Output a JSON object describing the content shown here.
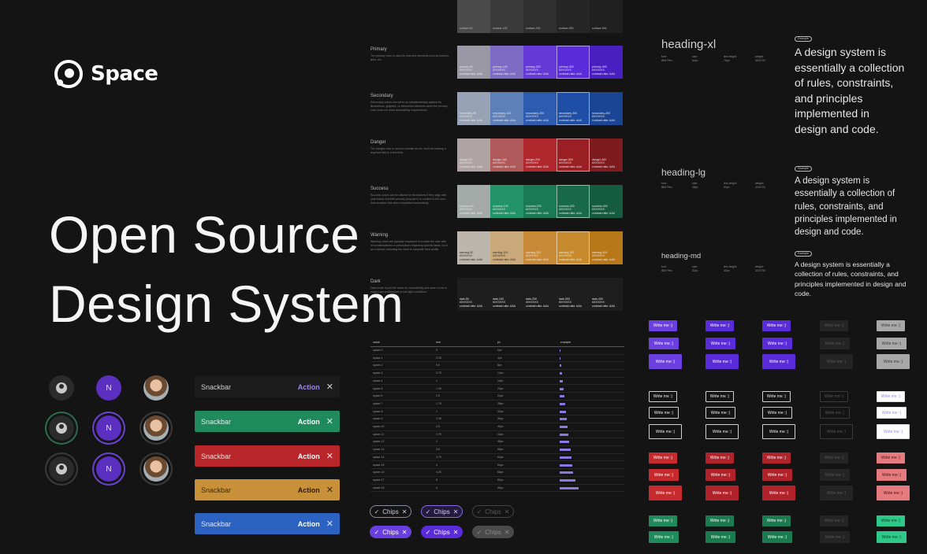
{
  "brand": {
    "name": "Space"
  },
  "hero": {
    "line1": "Open Source",
    "line2": "Design System"
  },
  "avatars": {
    "letter": "N"
  },
  "snackbars": [
    {
      "message": "Snackbar",
      "action": "Action",
      "close": "✕",
      "bg": "#1c1c1c",
      "fg": "#cfcfcf",
      "action_color": "#9d86f2"
    },
    {
      "message": "Snackbar",
      "action": "Action",
      "close": "✕",
      "bg": "#1f8a5b",
      "fg": "#d9f3e7",
      "action_color": "#ffffff"
    },
    {
      "message": "Snackbar",
      "action": "Action",
      "close": "✕",
      "bg": "#b8262a",
      "fg": "#f6d8d8",
      "action_color": "#ffffff"
    },
    {
      "message": "Snackbar",
      "action": "Action",
      "close": "✕",
      "bg": "#c9903a",
      "fg": "#3d2a10",
      "action_color": "#2a1c08"
    },
    {
      "message": "Snackbar",
      "action": "Action",
      "close": "✕",
      "bg": "#2c63c2",
      "fg": "#d9e6fb",
      "action_color": "#ffffff"
    }
  ],
  "colors": {
    "groups": [
      {
        "name": "Primary",
        "desc": "The primary color is used for branded elements such as buttons, links, etc.",
        "swatches": [
          "#9b98a6",
          "#7c6cc4",
          "#6439d6",
          "#5a2bd8",
          "#4a1fc2"
        ],
        "labels": [
          "primary-50",
          "primary-100",
          "primary-200",
          "primary-300",
          "primary-400"
        ]
      },
      {
        "name": "Secondary",
        "desc": "Secondary colors can serve as complementary options for illustrations, graphics, or interactive elements when the primary color does not meet accessibility requirements.",
        "swatches": [
          "#97a3b4",
          "#5e80b8",
          "#2d5bb0",
          "#1e4ea6",
          "#1a4494"
        ],
        "labels": [
          "secondary-50",
          "secondary-100",
          "secondary-200",
          "secondary-300",
          "secondary-400"
        ]
      },
      {
        "name": "Danger",
        "desc": "The danger color is used to indicate errors, such as marking a required field in a text field.",
        "swatches": [
          "#b0a3a3",
          "#b0595b",
          "#b0282e",
          "#9a1f24",
          "#7d1b1f"
        ],
        "labels": [
          "danger-50",
          "danger-100",
          "danger-200",
          "danger-300",
          "danger-400"
        ]
      },
      {
        "name": "Success",
        "desc": "Success colors can be utilized for illustrations if they align with your brand, but their primary purpose is to confirm to the user that an action has been completed successfully.",
        "swatches": [
          "#a4aaa8",
          "#23946a",
          "#1b7a56",
          "#17694a",
          "#145b40"
        ],
        "labels": [
          "success-50",
          "success-100",
          "success-200",
          "success-300",
          "success-400"
        ]
      },
      {
        "name": "Warning",
        "desc": "Warning colors are typically employed to provide the user with recommendations or precautions regarding specific tasks, such as a banner indicating the need to complete their profile.",
        "swatches": [
          "#bdb6ac",
          "#c9a87a",
          "#c98a38",
          "#c78a2c",
          "#b8781a"
        ],
        "labels": [
          "warning-50",
          "warning-100",
          "warning-200",
          "warning-300",
          "warning-400"
        ]
      },
      {
        "name": "Dark",
        "desc": "Dark mode is just the name for accessibility and ease of use to match user preferences in low-light conditions.",
        "swatches": [
          "#1e1e1e",
          "#1e1e1e",
          "#1e1e1e",
          "#1e1e1e",
          "#1e1e1e"
        ],
        "labels": [
          "dark-50",
          "dark-100",
          "dark-200",
          "dark-300",
          "dark-400"
        ]
      }
    ],
    "top_row": [
      "#4a4a4a",
      "#3a3a3a",
      "#2f2f2f",
      "#262626",
      "#202020"
    ],
    "top_labels": [
      "surface-50",
      "surface-100",
      "surface-200",
      "surface-300",
      "surface-400"
    ],
    "hex_caption": "#XXXXXX",
    "contrast_caption": "contrast ratio: AAA"
  },
  "typography": {
    "example_label": "Example",
    "meta_labels": {
      "font": "font:",
      "size": "size:",
      "line_height": "line-height:",
      "weight": "weight:"
    },
    "sample_text": "A design system is essentially a collection of rules, constraints, and principles implemented in design and code.",
    "styles": [
      {
        "name": "heading-xl",
        "font": "IBM Plex",
        "size": "64px",
        "line_height": "70px",
        "weight": "400/700"
      },
      {
        "name": "heading-lg",
        "font": "IBM Plex",
        "size": "48px",
        "line_height": "54px",
        "weight": "400/700"
      },
      {
        "name": "heading-md",
        "font": "IBM Plex",
        "size": "32px",
        "line_height": "40px",
        "weight": "400/700"
      }
    ]
  },
  "spacing": {
    "headers": [
      "name",
      "rem",
      "px",
      "example"
    ],
    "rows": [
      [
        "space-0",
        "0",
        "0px",
        0
      ],
      [
        "space-1",
        "0.25",
        "4px",
        1
      ],
      [
        "space-2",
        "0.5",
        "8px",
        2
      ],
      [
        "space-3",
        "0.75",
        "12px",
        3
      ],
      [
        "space-4",
        "1",
        "16px",
        4
      ],
      [
        "space-5",
        "1.25",
        "20px",
        5
      ],
      [
        "space-6",
        "1.5",
        "24px",
        6
      ],
      [
        "space-7",
        "1.75",
        "28px",
        7
      ],
      [
        "space-8",
        "2",
        "32px",
        8
      ],
      [
        "space-9",
        "2.25",
        "36px",
        9
      ],
      [
        "space-10",
        "2.5",
        "40px",
        10
      ],
      [
        "space-11",
        "2.75",
        "44px",
        11
      ],
      [
        "space-12",
        "3",
        "48px",
        12
      ],
      [
        "space-13",
        "3.5",
        "56px",
        14
      ],
      [
        "space-14",
        "3.75",
        "60px",
        15
      ],
      [
        "space-15",
        "4",
        "64px",
        16
      ],
      [
        "space-16",
        "4.25",
        "68px",
        17
      ],
      [
        "space-17",
        "5",
        "80px",
        20
      ],
      [
        "space-18",
        "6",
        "96px",
        24
      ]
    ]
  },
  "chips": {
    "label": "Chips",
    "check": "✓",
    "close": "✕"
  },
  "buttons": {
    "label": "Write me :)"
  }
}
